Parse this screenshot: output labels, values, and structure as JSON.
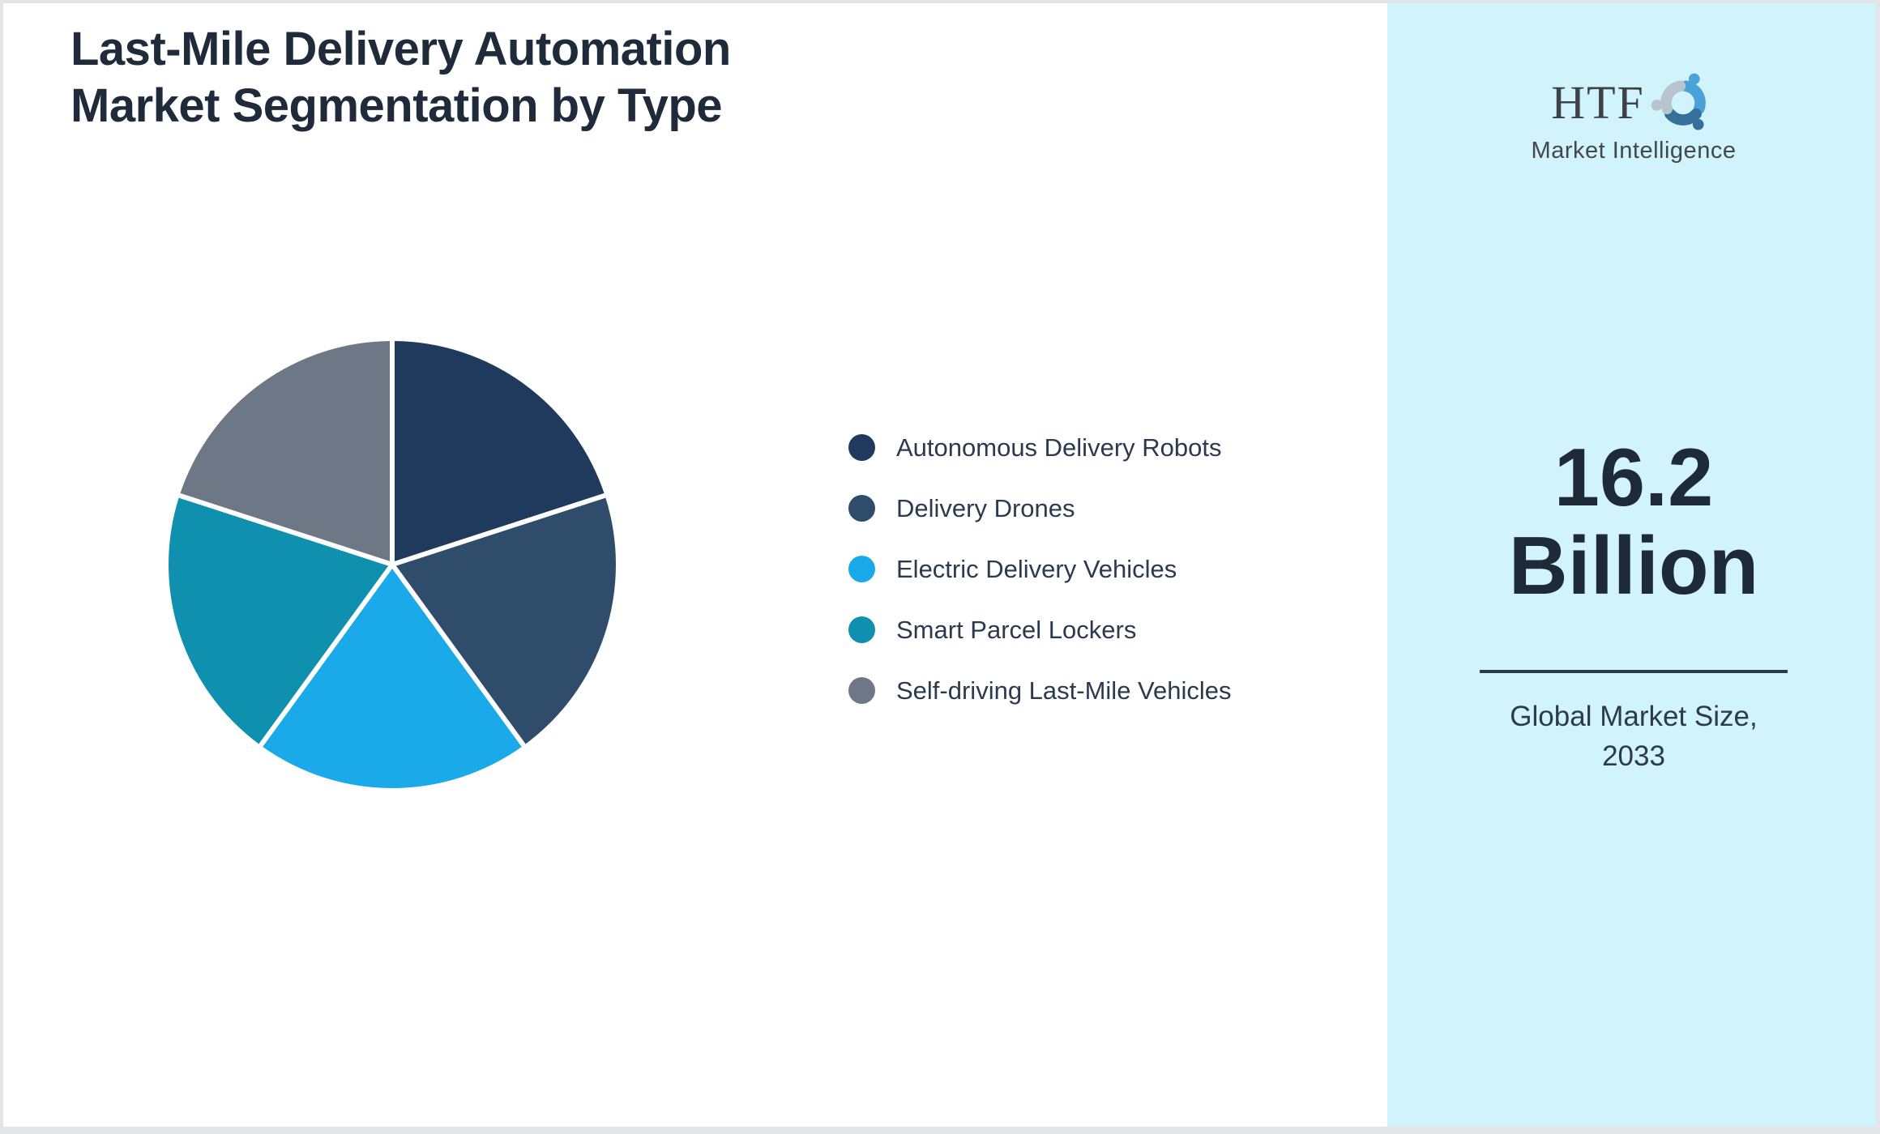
{
  "page": {
    "background": "#ffffff",
    "frame_border_color": "#e3e5e9"
  },
  "title": {
    "line1": "Last-Mile Delivery Automation",
    "line2": "Market Segmentation by Type",
    "color": "#1f2b3a"
  },
  "chart_data": {
    "type": "pie",
    "title": "Last-Mile Delivery Automation Market Segmentation by Type",
    "categories": [
      "Autonomous Delivery Robots",
      "Delivery Drones",
      "Electric Delivery Vehicles",
      "Smart Parcel Lockers",
      "Self-driving Last-Mile Vehicles"
    ],
    "values": [
      20,
      20,
      20,
      20,
      20
    ],
    "value_note": "five visually equal slices, no numeric labels shown",
    "colors": [
      "#203a5e",
      "#2f4d6b",
      "#1aa9e9",
      "#0f90ae",
      "#6e7786"
    ],
    "start_angle_deg": 0,
    "direction": "clockwise",
    "separator_color": "#ffffff",
    "legend_position": "right-of-chart"
  },
  "legend": {
    "text_color": "#2b3a4e"
  },
  "sidebar": {
    "background": "#d0f3fc",
    "logo": {
      "text": "HTF",
      "subtext": "Market Intelligence",
      "text_color": "#3d4246",
      "icon_colors": [
        "#4aa3d8",
        "#35709b",
        "#b9c5cd"
      ]
    },
    "market_size": {
      "line1": "16.2",
      "line2": "Billion",
      "color": "#1f2a38"
    },
    "divider_color": "#2c3a4a",
    "caption": {
      "line1": "Global Market Size,",
      "line2": "2033",
      "color": "#2c3a4a"
    }
  }
}
